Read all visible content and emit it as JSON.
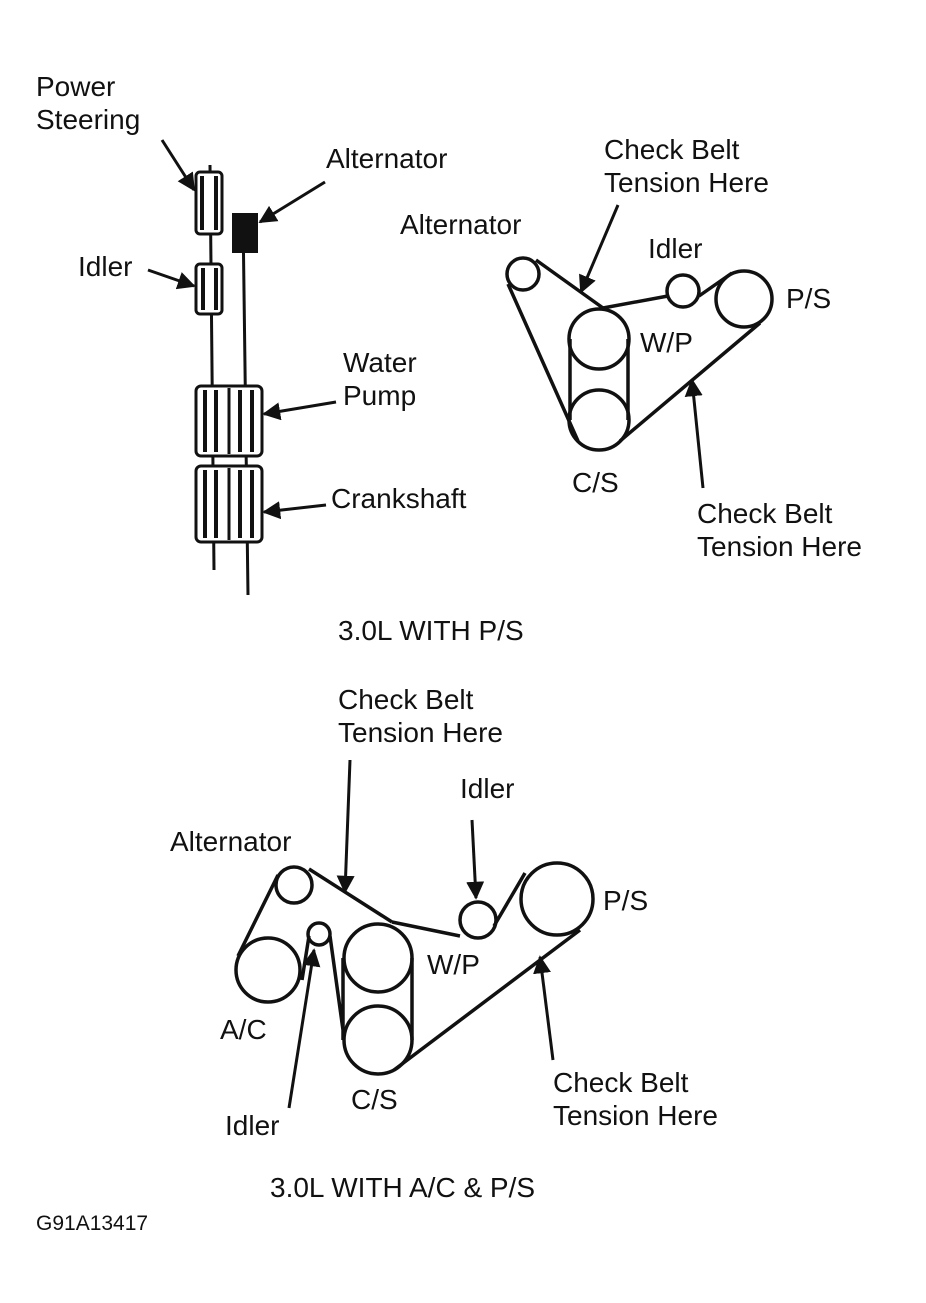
{
  "side_view": {
    "power_steering": "Power\nSteering",
    "alternator": "Alternator",
    "idler": "Idler",
    "water_pump": "Water\nPump",
    "crankshaft": "Crankshaft"
  },
  "diagram1": {
    "alternator": "Alternator",
    "check_top": "Check Belt\nTension Here",
    "idler": "Idler",
    "ps": "P/S",
    "wp": "W/P",
    "cs": "C/S",
    "check_bottom": "Check Belt\nTension Here",
    "title": "3.0L WITH P/S"
  },
  "diagram2": {
    "check_top": "Check Belt\nTension Here",
    "idler_top": "Idler",
    "alternator": "Alternator",
    "ps": "P/S",
    "wp": "W/P",
    "ac": "A/C",
    "cs": "C/S",
    "idler_bottom": "Idler",
    "check_bottom": "Check Belt\nTension Here",
    "title": "3.0L WITH A/C & P/S"
  },
  "figure_code": "G91A13417",
  "colors": {
    "ink": "#111111",
    "paper": "#ffffff"
  }
}
